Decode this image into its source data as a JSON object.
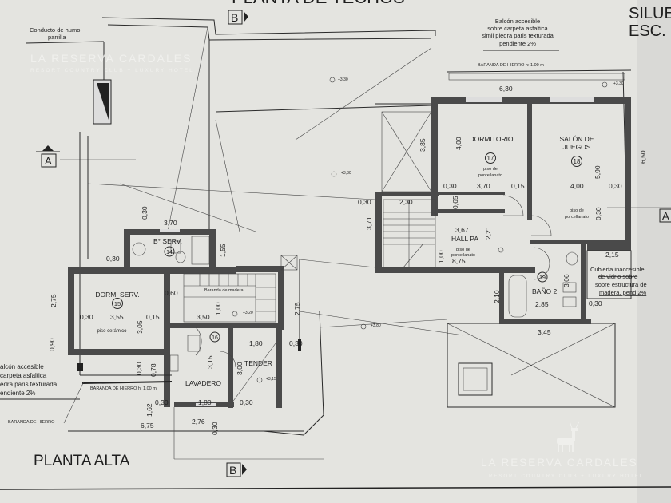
{
  "title_top": "PLANTA DE TECHOS",
  "section_marker_b": "B",
  "section_marker_a": "A",
  "silueta": [
    "SILUE",
    "ESC."
  ],
  "chimney_note": [
    "Conducto de humo",
    "parrilla"
  ],
  "balcony_note_right": [
    "Balcón accesible",
    "sobre carpeta asfaltica",
    "simil piedra paris texturada",
    "pendiente 2%"
  ],
  "balcony_note_left": [
    "alcón accesible",
    "carpeta asfaltica",
    "edra paris texturada",
    "endiente 2%"
  ],
  "railing_top": "BARANDA DE HIERRO h: 1.00 m",
  "railing_left": "BARANDA DE HIERRO h: 1.00 m",
  "railing_bottom": "BARANDA DE HIERRO",
  "covering_note": [
    "Cubierta inaccesible",
    "de vidrio sobre",
    "sobre estructura de",
    "madera. pend 2%"
  ],
  "rooms": {
    "dormitorio": {
      "name": "DORMITORIO",
      "number": "17",
      "floor": [
        "piso de",
        "porcellanato"
      ]
    },
    "salon": {
      "name": [
        "SALÓN DE",
        "JUEGOS"
      ],
      "number": "18",
      "floor": [
        "piso de",
        "porcellanato"
      ]
    },
    "hall": {
      "name": "HALL PA",
      "floor": [
        "piso de",
        "porcellanato"
      ],
      "area": "8,75"
    },
    "bano2": {
      "name": "BAÑO 2",
      "number": "19"
    },
    "bano_serv": {
      "name": "B° SERV.",
      "number": "14"
    },
    "dorm_serv": {
      "name": "DORM. SERV.",
      "number": "15",
      "floor": "piso cerámico"
    },
    "lavadero": {
      "name": "LAVADERO",
      "number": "16"
    },
    "tender": {
      "name": "TENDER"
    }
  },
  "stair_note": "Baranda de madera",
  "dimensions": [
    "6,30",
    "0,30",
    "4,00",
    "3,70",
    "0,15",
    "4,00",
    "5,90",
    "0,30",
    "6,50",
    "3,67",
    "2,21",
    "2,30",
    "0,65",
    "1,00",
    "3,85",
    "0,30",
    "3,71",
    "2,15",
    "0,30",
    "3,06",
    "2,85",
    "3,45",
    "2,10",
    "0,30",
    "3,70",
    "0,30",
    "1,55",
    "0,30",
    "2,75",
    "0,30",
    "3,55",
    "0,15",
    "3,05",
    "3,50",
    "1,00",
    "0,60",
    "0,90",
    "0,30",
    "0,78",
    "1,80",
    "3,15",
    "3,00",
    "1,80",
    "0,30",
    "0,30",
    "1,62",
    "0,30",
    "6,75",
    "2,76",
    "0,30",
    "2,75"
  ],
  "levels": [
    "+3,30",
    "+3,30",
    "+3,20",
    "+3,15",
    "+3,80",
    "+3,30"
  ],
  "sheet_title": "PLANTA ALTA",
  "watermark": {
    "name": "LA RESERVA CARDALES",
    "tagline": "RESORT COUNTRY CLUB + LUXURY HOTEL"
  }
}
